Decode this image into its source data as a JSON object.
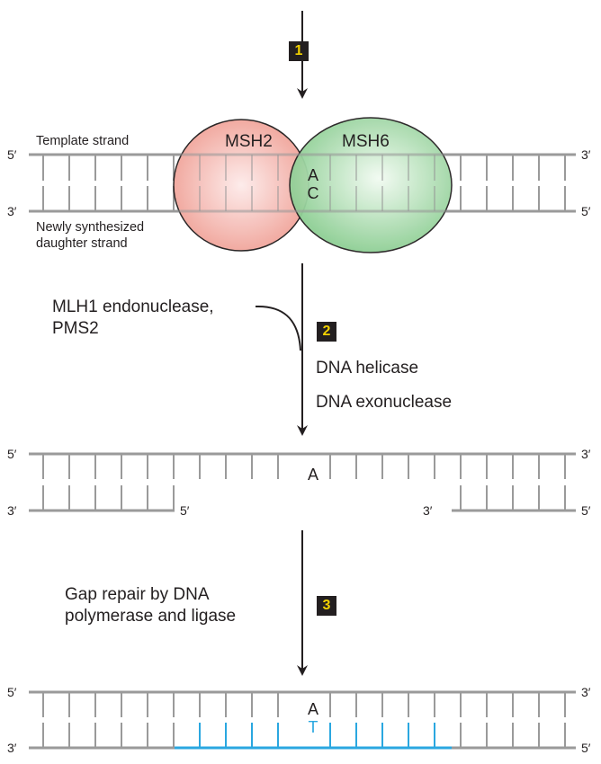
{
  "steps": [
    "1",
    "2",
    "3"
  ],
  "proteins": {
    "msh2": "MSH2",
    "msh6": "MSH6"
  },
  "strands": {
    "template": "Template strand",
    "daughter_line1": "Newly synthesized",
    "daughter_line2": "daughter strand"
  },
  "ends": {
    "five": "5′",
    "three": "3′"
  },
  "bases": {
    "top": "A",
    "mismatch": "C",
    "repaired": "T"
  },
  "enzymes": {
    "mlh1_line1": "MLH1 endonuclease,",
    "mlh1_line2": "PMS2",
    "helicase": "DNA helicase",
    "exonuclease": "DNA exonuclease",
    "gap_line1": "Gap repair by DNA",
    "gap_line2": "polymerase and ligase"
  },
  "colors": {
    "strand": "#9a9a9a",
    "text": "#231f20",
    "msh2": "#f2a9a1",
    "msh6": "#9fd6a3",
    "repair": "#2aa7e0",
    "badge_text": "#f2d100"
  }
}
